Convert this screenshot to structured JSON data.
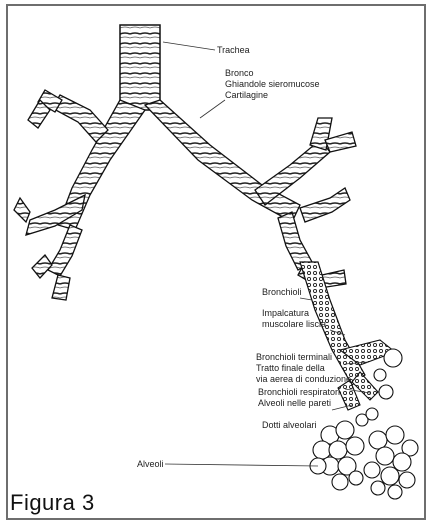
{
  "caption": "Figura 3",
  "labels": {
    "trachea": "Trachea",
    "bronco_1": "Bronco",
    "bronco_2": "Ghiandole sieromucose",
    "bronco_3": "Cartilagine",
    "bronchioli": "Bronchioli",
    "imp_1": "Impalcatura",
    "imp_2": "muscolare liscia",
    "term_1": "Bronchioli terminali",
    "term_2": "Tratto finale della",
    "term_3": "via aerea di conduzione",
    "resp_1": "Bronchioli respiratori",
    "resp_2": "Alveoli nelle pareti",
    "dotti": "Dotti alveolari",
    "alveoli": "Alveoli"
  }
}
